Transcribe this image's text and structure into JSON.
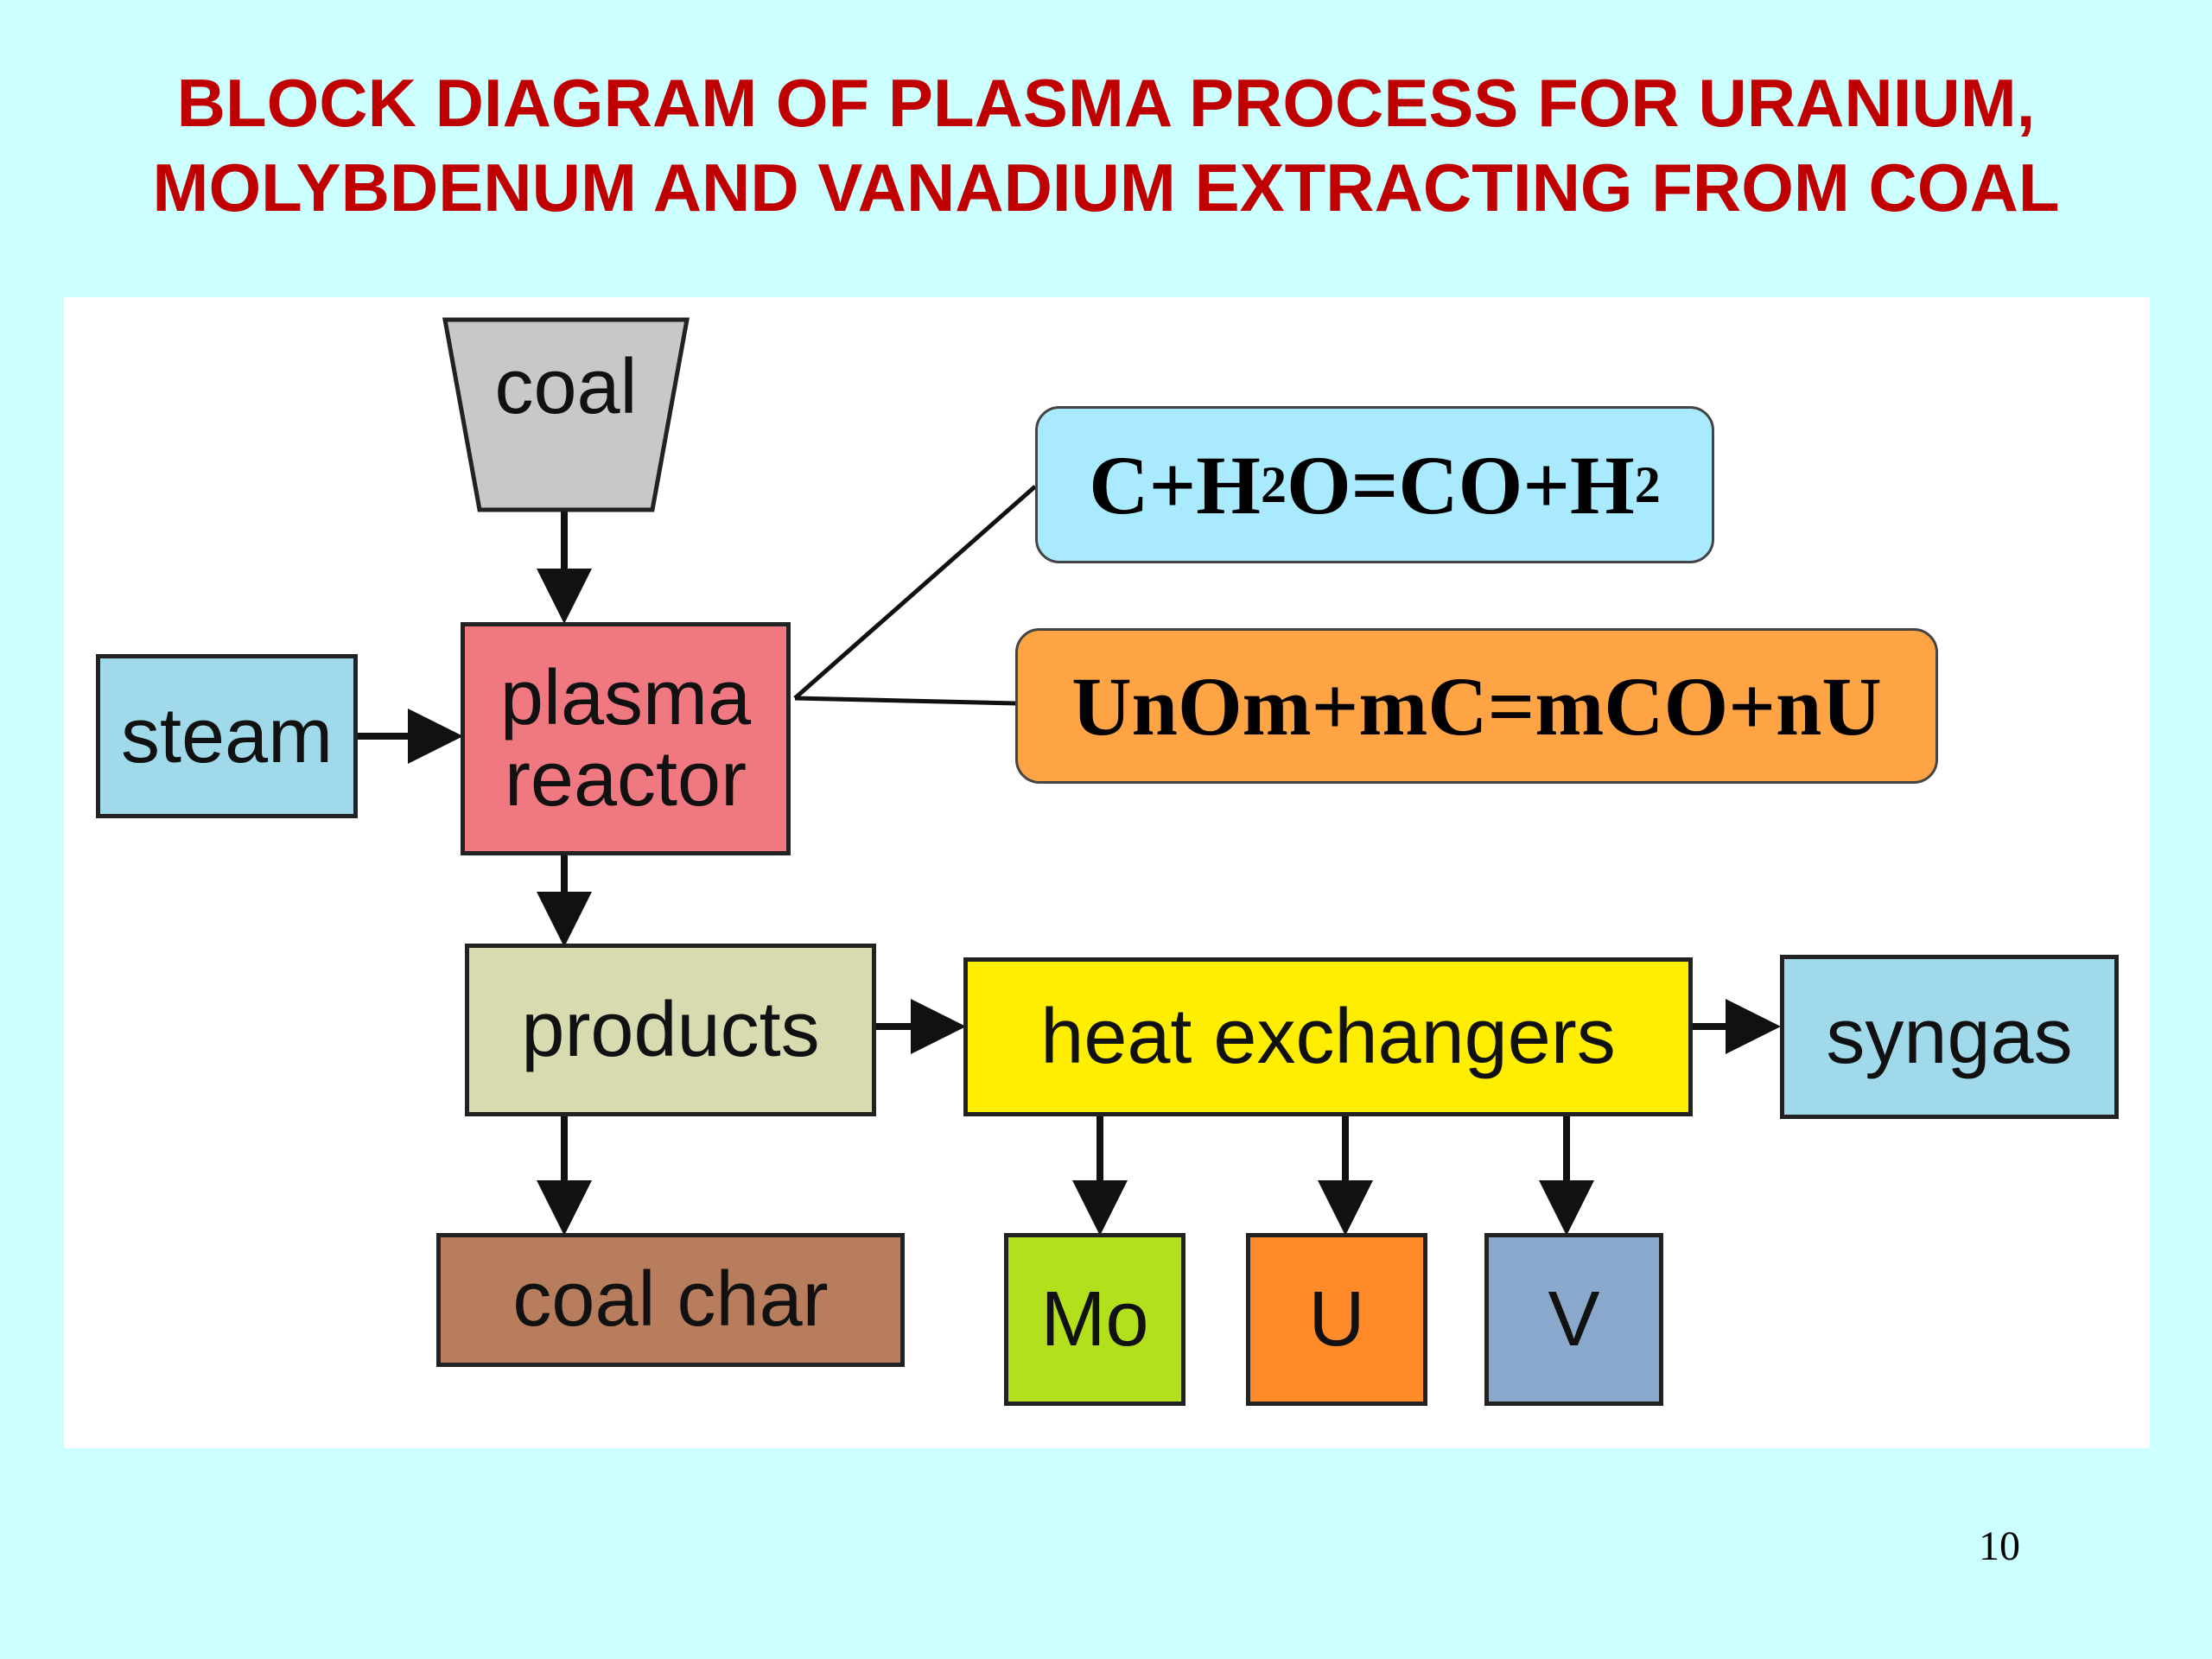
{
  "title": {
    "line1": "BLOCK DIAGRAM OF PLASMA PROCESS FOR URANIUM,",
    "line2": "MOLYBDENUM AND VANADIUM EXTRACTING FROM COAL"
  },
  "nodes": {
    "coal": "coal",
    "steam": "steam",
    "plasma_reactor_line1": "plasma",
    "plasma_reactor_line2": "reactor",
    "products": "products",
    "heat_exchangers": "heat exchangers",
    "syngas": "syngas",
    "coal_char": "coal char",
    "mo": "Mo",
    "u": "U",
    "v": "V"
  },
  "equations": {
    "eq1": {
      "c": "C+H",
      "sub1": "2",
      "mid": "O=CO+H",
      "sub2": "2"
    },
    "eq2": "UnOm+mC=mCO+nU"
  },
  "edges": [
    {
      "from": "coal",
      "to": "plasma reactor"
    },
    {
      "from": "steam",
      "to": "plasma reactor"
    },
    {
      "from": "plasma reactor",
      "to": "products"
    },
    {
      "from": "products",
      "to": "heat exchangers"
    },
    {
      "from": "heat exchangers",
      "to": "syngas"
    },
    {
      "from": "products",
      "to": "coal char"
    },
    {
      "from": "heat exchangers",
      "to": "Mo"
    },
    {
      "from": "heat exchangers",
      "to": "U"
    },
    {
      "from": "heat exchangers",
      "to": "V"
    },
    {
      "from": "plasma reactor",
      "to": "C+H2O=CO+H2"
    },
    {
      "from": "plasma reactor",
      "to": "UnOm+mC=mCO+nU"
    }
  ],
  "colors": {
    "background": "#ccffff",
    "title": "#c00000",
    "coal": "#c8c8c8",
    "steam": "#9fd9ea",
    "plasma_reactor": "#f07880",
    "products": "#d8dbb0",
    "heat_exchangers": "#ffee00",
    "syngas": "#9fd9ea",
    "coal_char": "#b87d5c",
    "mo": "#b3e01c",
    "u": "#ff8a2a",
    "v": "#8aa8cc",
    "eq1": "#aaeaff",
    "eq2": "#ffa444"
  },
  "page_number": "10"
}
